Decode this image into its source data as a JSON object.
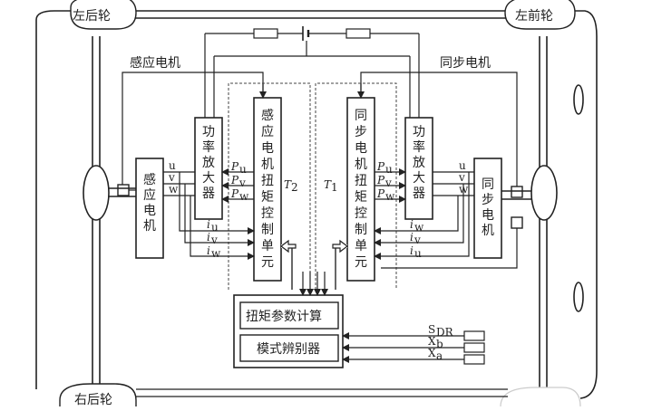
{
  "wheels": {
    "left_rear": "左后轮",
    "left_front": "左前轮",
    "right_rear": "右后轮"
  },
  "motors": {
    "induction_label": "感应电机",
    "sync_label": "同步电机",
    "induction_block": [
      "感",
      "应",
      "电",
      "机"
    ],
    "sync_block": [
      "同",
      "步",
      "电",
      "机"
    ]
  },
  "amplifiers": {
    "left": [
      "功",
      "率",
      "放",
      "大",
      "器"
    ],
    "right": [
      "功",
      "率",
      "放",
      "大",
      "器"
    ]
  },
  "controllers": {
    "induction_torque": [
      "感",
      "应",
      "电",
      "机",
      "扭",
      "矩",
      "控",
      "制",
      "单",
      "元"
    ],
    "sync_torque": [
      "同",
      "步",
      "电",
      "机",
      "扭",
      "矩",
      "控",
      "制",
      "单",
      "元"
    ]
  },
  "phases": {
    "left": [
      "u",
      "v",
      "w"
    ],
    "right": [
      "u",
      "v",
      "w"
    ]
  },
  "signals": {
    "p_left": [
      "P",
      "P",
      "P"
    ],
    "p_left_sub": [
      "u",
      "v",
      "w"
    ],
    "p_right": [
      "P",
      "P",
      "P"
    ],
    "p_right_sub": [
      "u",
      "v",
      "w"
    ],
    "i_left": [
      "i",
      "i",
      "i"
    ],
    "i_left_sub": [
      "u",
      "v",
      "w"
    ],
    "i_right": [
      "i",
      "i",
      "i"
    ],
    "i_right_sub": [
      "w",
      "v",
      "u"
    ],
    "t_left": "T",
    "t_left_sub": "2",
    "t_right": "T",
    "t_right_sub": "1"
  },
  "calc": {
    "torque_param": "扭矩参数计算",
    "mode_discriminator": "模式辨别器"
  },
  "inputs": [
    {
      "main": "S",
      "sub": "DR"
    },
    {
      "main": "X",
      "sub": "b"
    },
    {
      "main": "X",
      "sub": "a"
    }
  ]
}
